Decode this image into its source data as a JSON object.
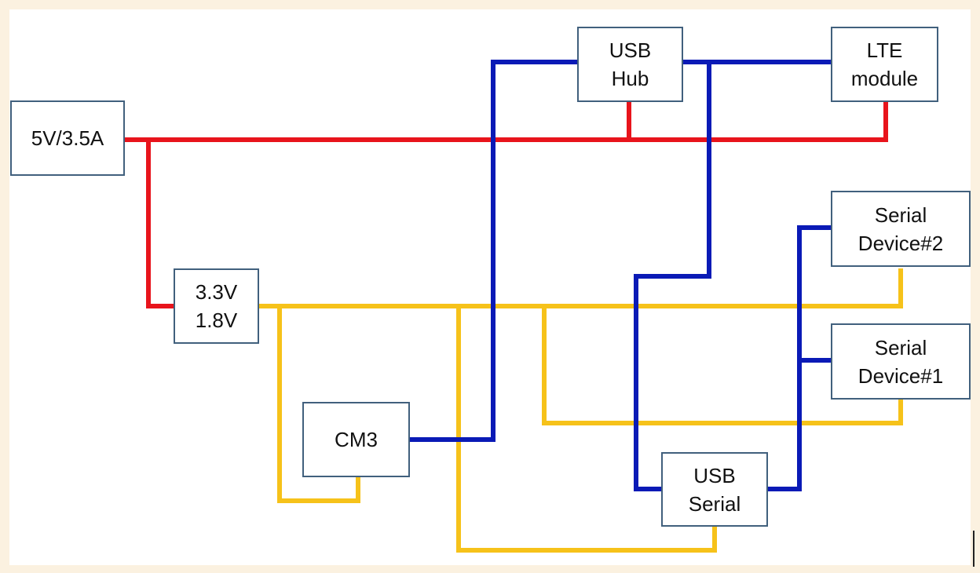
{
  "colors": {
    "power_5v": "#e8141c",
    "power_low": "#f6c21a",
    "usb": "#0a1ab6",
    "block_border": "#41607d",
    "background": "#fbf1e0"
  },
  "blocks": {
    "psu": {
      "lines": [
        "5V/3.5A"
      ]
    },
    "regulator": {
      "lines": [
        "3.3V",
        "1.8V"
      ]
    },
    "usb_hub": {
      "lines": [
        "USB",
        "Hub"
      ]
    },
    "lte_module": {
      "lines": [
        "LTE",
        "module"
      ]
    },
    "serial_device_2": {
      "lines": [
        "Serial",
        "Device#2"
      ]
    },
    "serial_device_1": {
      "lines": [
        "Serial",
        "Device#1"
      ]
    },
    "cm3": {
      "lines": [
        "CM3"
      ]
    },
    "usb_serial": {
      "lines": [
        "USB",
        "Serial"
      ]
    }
  }
}
